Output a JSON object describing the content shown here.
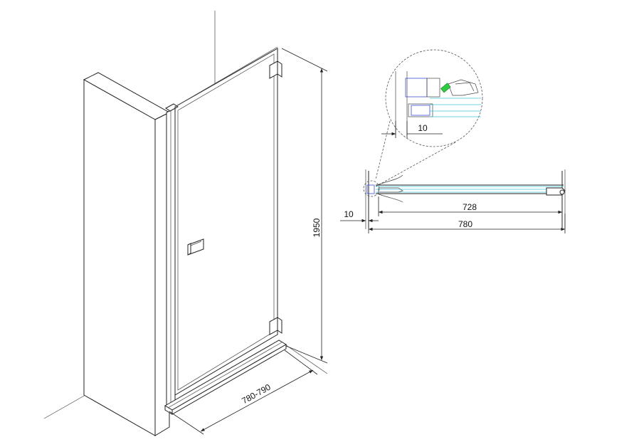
{
  "dimensions": {
    "height": "1950",
    "width_range": "780-790",
    "detail_offset": "10",
    "plan_offset": "10",
    "plan_inner": "728",
    "plan_outer": "780"
  },
  "colors": {
    "line": "#222222",
    "glass": "#41c4d9",
    "profile": "#3a4fd8",
    "seal": "#2ecc40"
  }
}
